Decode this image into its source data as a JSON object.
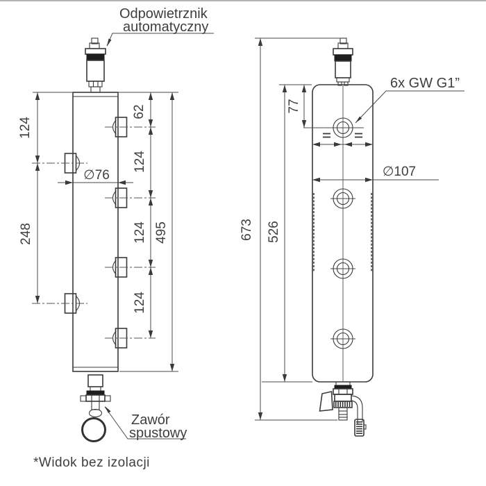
{
  "page": {
    "background": "#ffffff",
    "line_color": "#3a3a3a",
    "text_color": "#3e3e3e"
  },
  "callouts": {
    "air_vent": {
      "line1": "Odpowietrznik",
      "line2": "automatyczny"
    },
    "drain_valve": {
      "line1": "Zawór",
      "line2": "spustowy"
    },
    "ports": {
      "label": "6x GW G1”"
    }
  },
  "side_view": {
    "dims": {
      "left_upper": "124",
      "left_lower": "248",
      "right_top": "62",
      "right_spacings": [
        "124",
        "124",
        "124"
      ],
      "overall_height": "495",
      "diameter": "∅76"
    }
  },
  "front_view": {
    "dims": {
      "port_offset": "77",
      "body_height": "526",
      "overall_height": "673",
      "diameter": "∅107"
    }
  },
  "footnote": "*Widok bez izolacji"
}
